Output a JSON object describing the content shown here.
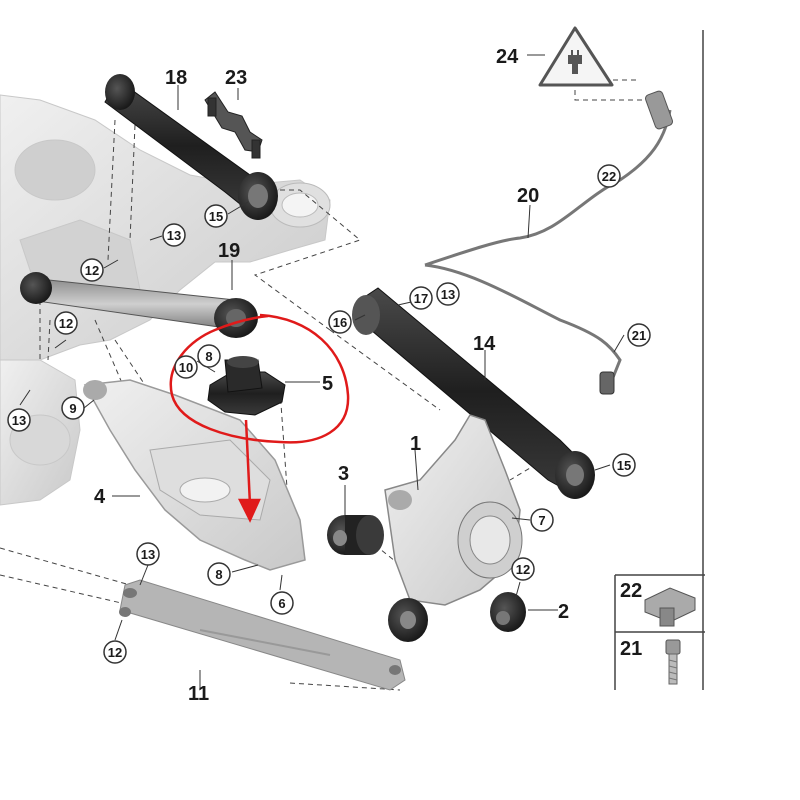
{
  "diagram": {
    "callouts_plain": [
      {
        "id": "18",
        "text": "18"
      },
      {
        "id": "23",
        "text": "23"
      },
      {
        "id": "19",
        "text": "19"
      },
      {
        "id": "24",
        "text": "24"
      },
      {
        "id": "20",
        "text": "20"
      },
      {
        "id": "14",
        "text": "14"
      },
      {
        "id": "5",
        "text": "5"
      },
      {
        "id": "1",
        "text": "1"
      },
      {
        "id": "3",
        "text": "3"
      },
      {
        "id": "4",
        "text": "4"
      },
      {
        "id": "2",
        "text": "2"
      },
      {
        "id": "22b",
        "text": "22"
      },
      {
        "id": "21b",
        "text": "21"
      },
      {
        "id": "11",
        "text": "11"
      }
    ],
    "callouts_circled": [
      {
        "id": "15a",
        "text": "15"
      },
      {
        "id": "13a",
        "text": "13"
      },
      {
        "id": "12a",
        "text": "12"
      },
      {
        "id": "12b",
        "text": "12"
      },
      {
        "id": "13b",
        "text": "13"
      },
      {
        "id": "9",
        "text": "9"
      },
      {
        "id": "8a",
        "text": "8"
      },
      {
        "id": "10",
        "text": "10"
      },
      {
        "id": "16",
        "text": "16"
      },
      {
        "id": "17",
        "text": "17"
      },
      {
        "id": "13c",
        "text": "13"
      },
      {
        "id": "22a",
        "text": "22"
      },
      {
        "id": "21a",
        "text": "21"
      },
      {
        "id": "15b",
        "text": "15"
      },
      {
        "id": "7",
        "text": "7"
      },
      {
        "id": "12c",
        "text": "12"
      },
      {
        "id": "8b",
        "text": "8"
      },
      {
        "id": "6",
        "text": "6"
      },
      {
        "id": "13d",
        "text": "13"
      },
      {
        "id": "12d",
        "text": "12"
      }
    ],
    "colors": {
      "annotation": "#e01a1a",
      "part_dark": "#2b2b2b",
      "part_grey": "#bdbdbd",
      "part_light": "#e6e6e6",
      "line": "#333333"
    }
  }
}
